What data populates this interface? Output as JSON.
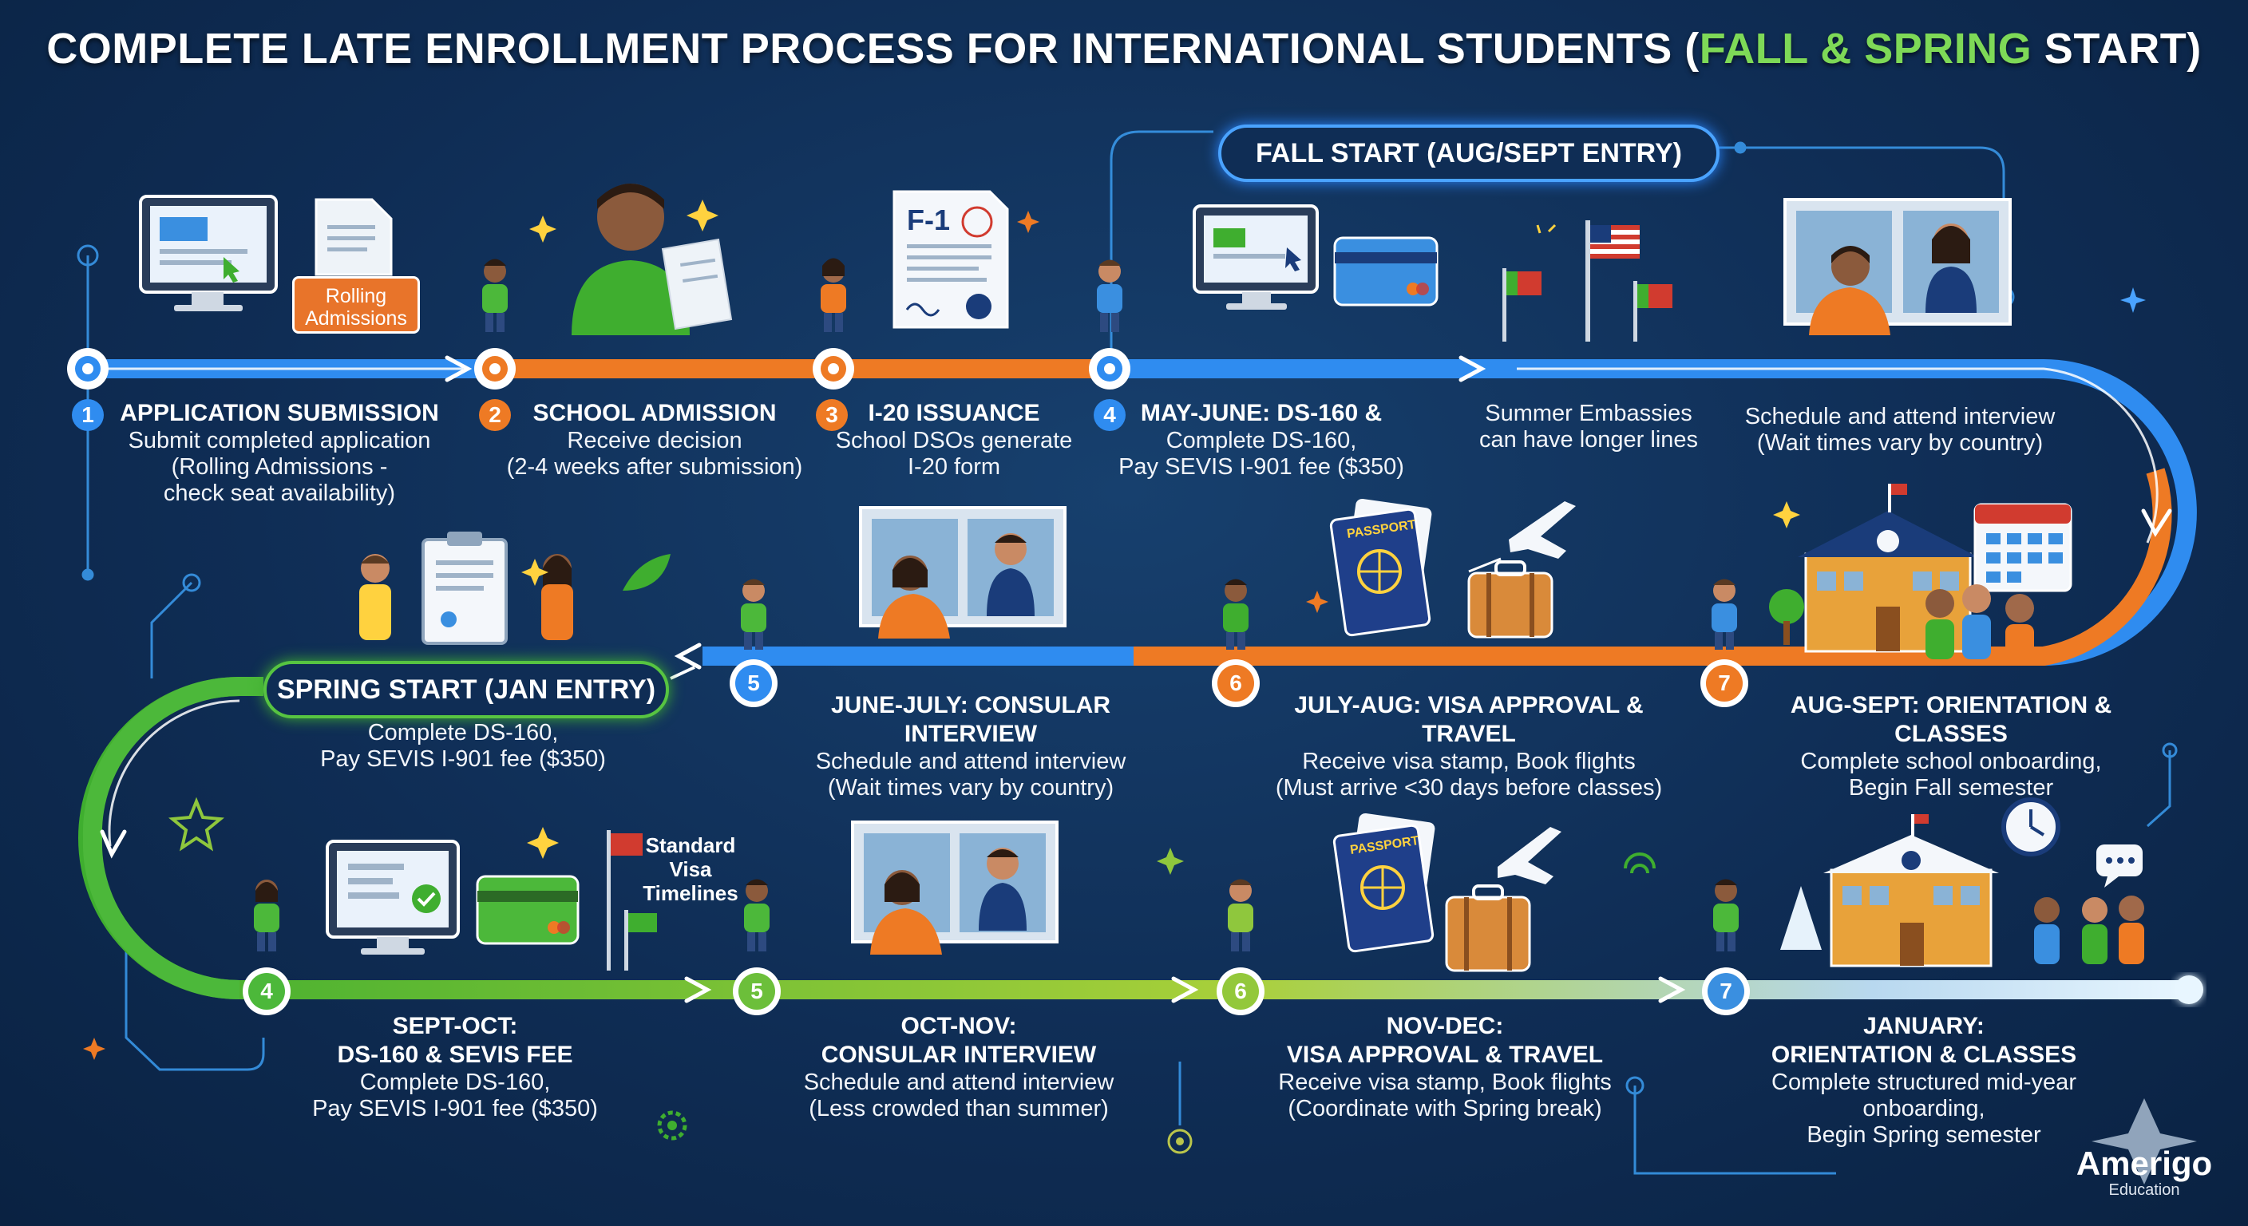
{
  "title": {
    "prefix": "COMPLETE LATE ENROLLMENT PROCESS FOR INTERNATIONAL STUDENTS (",
    "highlight": "FALL & SPRING",
    "suffix": " START)"
  },
  "fall": {
    "label": "FALL START (AUG/SEPT ENTRY)",
    "rolling_badge": "Rolling Admissions",
    "steps": [
      {
        "num": "1",
        "title": "APPLICATION SUBMISSION",
        "desc1": "Submit completed application",
        "desc2": "(Rolling Admissions -",
        "desc3": "check seat availability)"
      },
      {
        "num": "2",
        "title": "SCHOOL ADMISSION",
        "desc1": "Receive decision",
        "desc2": "(2-4 weeks after submission)"
      },
      {
        "num": "3",
        "title": "I-20 ISSUANCE",
        "desc1": "School DSOs generate",
        "desc2": "I-20 form"
      },
      {
        "num": "4",
        "title": "MAY-JUNE: DS-160 &",
        "desc1": "Complete DS-160,",
        "desc2": "Pay SEVIS I-901 fee ($350)"
      },
      {
        "num": "5",
        "title": "JUNE-JULY: CONSULAR INTERVIEW",
        "desc1": "Schedule and attend interview",
        "desc2": "(Wait times vary by country)"
      },
      {
        "num": "6",
        "title": "JULY-AUG: VISA APPROVAL & TRAVEL",
        "desc1": "Receive visa stamp, Book flights",
        "desc2": "(Must arrive <30 days before classes)"
      },
      {
        "num": "7",
        "title": "AUG-SEPT: ORIENTATION & CLASSES",
        "desc1": "Complete school onboarding,",
        "desc2": "Begin Fall semester"
      }
    ],
    "note_summer1": "Summer Embassies",
    "note_summer2": "can have longer lines",
    "note_interview1": "Schedule and attend interview",
    "note_interview2": "(Wait times vary by country)",
    "form_label": "F-1"
  },
  "spring": {
    "label": "SPRING START (JAN ENTRY)",
    "intro1": "Complete DS-160,",
    "intro2": "Pay SEVIS I-901 fee ($350)",
    "visa_flag_label": "Standard Visa Timelines",
    "steps": [
      {
        "num": "4",
        "title1": "SEPT-OCT:",
        "title2": "DS-160 & SEVIS FEE",
        "desc1": "Complete DS-160,",
        "desc2": "Pay SEVIS I-901 fee ($350)"
      },
      {
        "num": "5",
        "title1": "OCT-NOV:",
        "title2": "CONSULAR INTERVIEW",
        "desc1": "Schedule and attend interview",
        "desc2": "(Less crowded than summer)"
      },
      {
        "num": "6",
        "title1": "NOV-DEC:",
        "title2": "VISA APPROVAL & TRAVEL",
        "desc1": "Receive visa stamp, Book flights",
        "desc2": "(Coordinate with Spring break)"
      },
      {
        "num": "7",
        "title1": "JANUARY:",
        "title2": "ORIENTATION & CLASSES",
        "desc1": "Complete structured mid-year",
        "desc2": "onboarding,",
        "desc3": "Begin Spring semester"
      }
    ]
  },
  "passport_label": "PASSPORT",
  "brand": {
    "name": "Amerigo",
    "sub": "Education"
  },
  "colors": {
    "blue": "#2f8cf0",
    "orange": "#ee7a24",
    "green": "#4cb83a",
    "lime": "#8fc73d",
    "bg": "#0f2d55"
  },
  "icons": [
    "computer-icon",
    "document-icon",
    "student-figure",
    "passport-icon",
    "airplane-icon",
    "suitcase-icon",
    "school-building-icon",
    "calendar-icon",
    "flag-icon",
    "credit-card-icon",
    "clock-icon",
    "interview-window-icon"
  ]
}
